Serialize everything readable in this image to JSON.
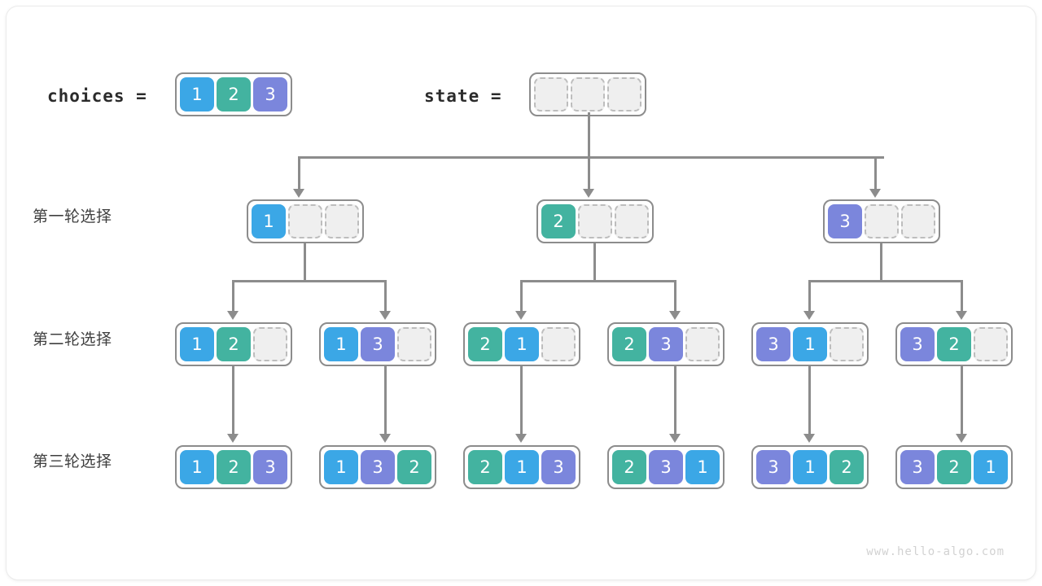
{
  "diagram": {
    "watermark": "www.hello-algo.com",
    "header": {
      "choices_label": "choices =",
      "state_label": "state ="
    },
    "row_labels": [
      "第一轮选择",
      "第二轮选择",
      "第三轮选择"
    ],
    "colors": {
      "value_1": "#3BA7E6",
      "value_2": "#43B3A0",
      "value_3": "#7B86DC",
      "empty_cell": "#efefef",
      "empty_border": "#bdbdbd",
      "array_border": "#8c8c8c",
      "connector": "#8c8c8c",
      "text": "#3f3f3f"
    },
    "choices": [
      "1",
      "2",
      "3"
    ],
    "state": [
      "",
      "",
      ""
    ],
    "round1": [
      {
        "cells": [
          "1",
          "",
          ""
        ]
      },
      {
        "cells": [
          "2",
          "",
          ""
        ]
      },
      {
        "cells": [
          "3",
          "",
          ""
        ]
      }
    ],
    "round2": [
      {
        "cells": [
          "1",
          "2",
          ""
        ]
      },
      {
        "cells": [
          "1",
          "3",
          ""
        ]
      },
      {
        "cells": [
          "2",
          "1",
          ""
        ]
      },
      {
        "cells": [
          "2",
          "3",
          ""
        ]
      },
      {
        "cells": [
          "3",
          "1",
          ""
        ]
      },
      {
        "cells": [
          "3",
          "2",
          ""
        ]
      }
    ],
    "round3": [
      {
        "cells": [
          "1",
          "2",
          "3"
        ]
      },
      {
        "cells": [
          "1",
          "3",
          "2"
        ]
      },
      {
        "cells": [
          "2",
          "1",
          "3"
        ]
      },
      {
        "cells": [
          "2",
          "3",
          "1"
        ]
      },
      {
        "cells": [
          "3",
          "1",
          "2"
        ]
      },
      {
        "cells": [
          "3",
          "2",
          "1"
        ]
      }
    ]
  }
}
